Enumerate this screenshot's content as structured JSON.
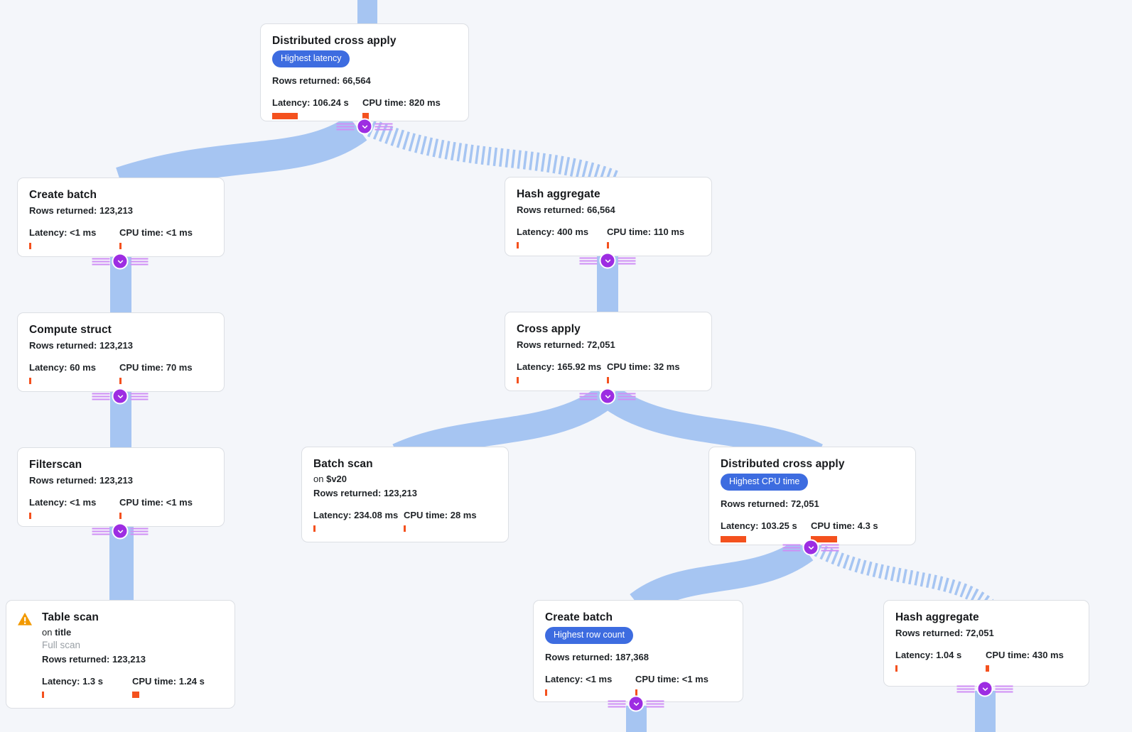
{
  "colors": {
    "background": "#f4f6fa",
    "card_background": "#ffffff",
    "card_border": "#dcdfe4",
    "edge_blue": "#a6c5f2",
    "expander_purple": "#9d2de2",
    "expander_lines_purple": "#cf8ef5",
    "badge_blue": "#3d6ce0",
    "bar_orange": "#f4511e",
    "warning_orange": "#f29900",
    "muted_text": "#9aa0a6"
  },
  "icons": {
    "expander": "chevron-down-icon",
    "warning": "warning-triangle-icon"
  },
  "nodes": [
    {
      "title": "Distributed cross apply",
      "badge": "Highest latency",
      "rows": "Rows returned: 66,564",
      "latency": "Latency: 106.24 s",
      "cpu": "CPU time: 820 ms",
      "latency_bar": 36,
      "cpu_bar": 9
    },
    {
      "title": "Create batch",
      "rows": "Rows returned: 123,213",
      "latency": "Latency: <1 ms",
      "cpu": "CPU time: <1 ms",
      "latency_bar": 3,
      "cpu_bar": 3
    },
    {
      "title": "Hash aggregate",
      "rows": "Rows returned: 66,564",
      "latency": "Latency: 400 ms",
      "cpu": "CPU time: 110 ms",
      "latency_bar": 3,
      "cpu_bar": 3
    },
    {
      "title": "Compute struct",
      "rows": "Rows returned: 123,213",
      "latency": "Latency: 60 ms",
      "cpu": "CPU time: 70 ms",
      "latency_bar": 3,
      "cpu_bar": 3
    },
    {
      "title": "Cross apply",
      "rows": "Rows returned: 72,051",
      "latency": "Latency: 165.92 ms",
      "cpu": "CPU time: 32 ms",
      "latency_bar": 3,
      "cpu_bar": 3
    },
    {
      "title": "Filterscan",
      "rows": "Rows returned: 123,213",
      "latency": "Latency: <1 ms",
      "cpu": "CPU time: <1 ms",
      "latency_bar": 3,
      "cpu_bar": 3
    },
    {
      "title": "Batch scan",
      "on_prefix": "on",
      "on_value": "$v20",
      "rows": "Rows returned: 123,213",
      "latency": "Latency: 234.08 ms",
      "cpu": "CPU time: 28 ms",
      "latency_bar": 3,
      "cpu_bar": 3
    },
    {
      "title": "Distributed cross apply",
      "badge": "Highest CPU time",
      "rows": "Rows returned: 72,051",
      "latency": "Latency: 103.25 s",
      "cpu": "CPU time: 4.3 s",
      "latency_bar": 36,
      "cpu_bar": 37
    },
    {
      "title": "Table scan",
      "on_prefix": "on",
      "on_value": "title",
      "scan_note": "Full scan",
      "rows": "Rows returned: 123,213",
      "latency": "Latency: 1.3 s",
      "cpu": "CPU time: 1.24 s",
      "latency_bar": 3,
      "cpu_bar": 10
    },
    {
      "title": "Create batch",
      "badge": "Highest row count",
      "rows": "Rows returned: 187,368",
      "latency": "Latency: <1 ms",
      "cpu": "CPU time: <1 ms",
      "latency_bar": 3,
      "cpu_bar": 3
    },
    {
      "title": "Hash aggregate",
      "rows": "Rows returned: 72,051",
      "latency": "Latency: 1.04 s",
      "cpu": "CPU time: 430 ms",
      "latency_bar": 3,
      "cpu_bar": 5
    }
  ],
  "tree_edges": [
    {
      "from": "Distributed cross apply (top)",
      "to": "Create batch",
      "style": "solid"
    },
    {
      "from": "Distributed cross apply (top)",
      "to": "Hash aggregate",
      "style": "striped"
    },
    {
      "from": "Create batch",
      "to": "Compute struct",
      "style": "solid"
    },
    {
      "from": "Compute struct",
      "to": "Filterscan",
      "style": "solid"
    },
    {
      "from": "Filterscan",
      "to": "Table scan",
      "style": "solid"
    },
    {
      "from": "Hash aggregate",
      "to": "Cross apply",
      "style": "solid"
    },
    {
      "from": "Cross apply",
      "to": "Batch scan",
      "style": "solid"
    },
    {
      "from": "Cross apply",
      "to": "Distributed cross apply (2)",
      "style": "solid"
    },
    {
      "from": "Distributed cross apply (2)",
      "to": "Create batch (bottom)",
      "style": "solid"
    },
    {
      "from": "Distributed cross apply (2)",
      "to": "Hash aggregate (bottom)",
      "style": "striped"
    }
  ]
}
